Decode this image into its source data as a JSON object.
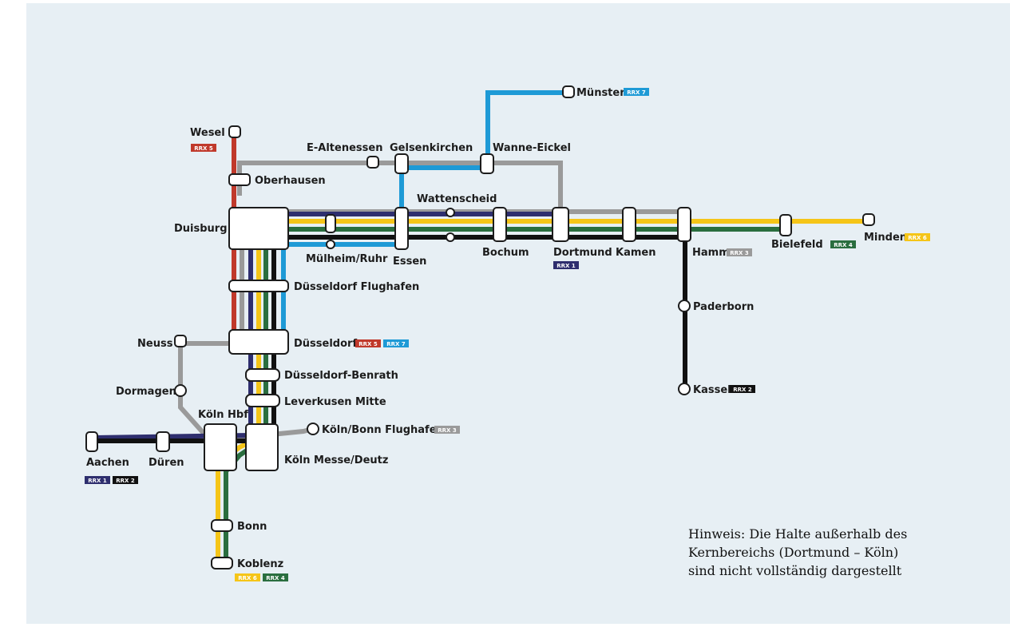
{
  "colors": {
    "RRX 1": "#2e2e6e",
    "RRX 2": "#111111",
    "RRX 3": "#9a9a9a",
    "RRX 4": "#2a6e3f",
    "RRX 5": "#c0392b",
    "RRX 6": "#f5c518",
    "RRX 7": "#1e9ad6",
    "background": "#e7eff4"
  },
  "stations": {
    "wesel": "Wesel",
    "oberhausen": "Oberhausen",
    "e_altenessen": "E-Altenessen",
    "gelsenkirchen": "Gelsenkirchen",
    "wanne_eickel": "Wanne-Eickel",
    "muenster": "Münster",
    "duisburg": "Duisburg",
    "wattenscheid": "Wattenscheid",
    "muelheim": "Mülheim/Ruhr",
    "essen": "Essen",
    "bochum": "Bochum",
    "dortmund": "Dortmund",
    "kamen": "Kamen",
    "hamm": "Hamm",
    "bielefeld": "Bielefeld",
    "minden": "Minden",
    "paderborn": "Paderborn",
    "kassel": "Kassel",
    "duesseldorf_flughafen": "Düsseldorf Flughafen",
    "neuss": "Neuss",
    "duesseldorf": "Düsseldorf",
    "duesseldorf_benrath": "Düsseldorf-Benrath",
    "dormagen": "Dormagen",
    "leverkusen": "Leverkusen Mitte",
    "koeln_hbf": "Köln Hbf",
    "koeln_bonn": "Köln/Bonn Flughafen",
    "aachen": "Aachen",
    "dueren": "Düren",
    "koeln_messe": "Köln Messe/Deutz",
    "bonn": "Bonn",
    "koblenz": "Koblenz"
  },
  "badges": {
    "wesel": "RRX 5",
    "muenster": "RRX 7",
    "dortmund": "RRX 1",
    "hamm": "RRX 3",
    "bielefeld": "RRX 4",
    "minden": "RRX 6",
    "kassel": "RRX 2",
    "duesseldorf_1": "RRX 5",
    "duesseldorf_2": "RRX 7",
    "koeln_bonn": "RRX 3",
    "aachen_1": "RRX 1",
    "aachen_2": "RRX 2",
    "koblenz_1": "RRX 6",
    "koblenz_2": "RRX 4"
  },
  "note": {
    "line1": "Hinweis: Die Halte außerhalb des",
    "line2": "Kernbereichs (Dortmund – Köln)",
    "line3": "sind nicht vollständig dargestellt"
  }
}
